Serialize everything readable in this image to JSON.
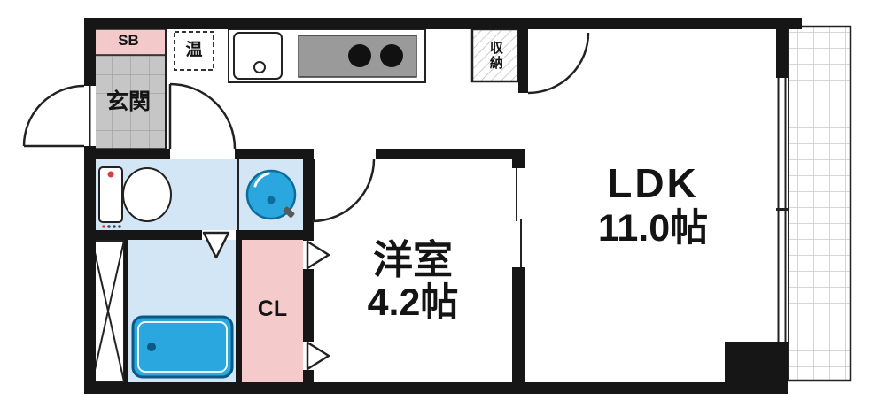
{
  "floorplan": {
    "rooms": {
      "ldk": {
        "name": "LDK",
        "size": "11.0帖"
      },
      "western_room": {
        "name": "洋室",
        "size": "4.2帖"
      },
      "entrance": {
        "name": "玄関"
      },
      "closet": {
        "name": "CL"
      },
      "storage": {
        "name": "収納"
      },
      "shoe_box": {
        "name": "SB"
      },
      "water_heater": {
        "name": "温"
      }
    },
    "colors": {
      "wall": "#161616",
      "shoebox_closet_pink": "#f4c9c9",
      "wet_area_floor_blue": "#d3e6f5",
      "fixture_blue": "#2ba7e0",
      "entrance_tile_gray": "#c6c6c6",
      "stove_gray": "#9a9a9a"
    }
  }
}
